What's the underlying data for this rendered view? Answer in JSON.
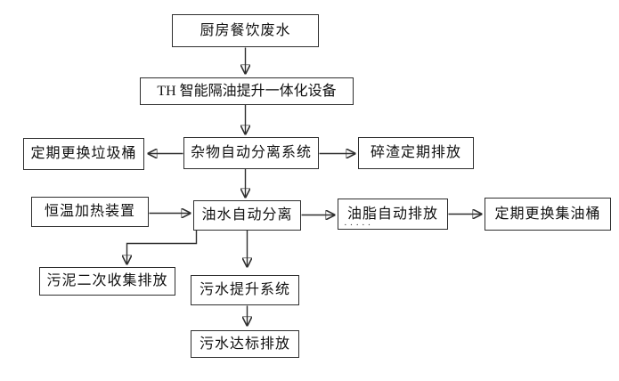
{
  "diagram": {
    "type": "flowchart",
    "colors": {
      "line": "#2e2e2e",
      "text": "#111111",
      "background": "#ffffff"
    },
    "nodes": {
      "kitchen": {
        "label": "厨房餐饮废水"
      },
      "device": {
        "label": "TH 智能隔油提升一体化设备"
      },
      "debris": {
        "label": "杂物自动分离系统"
      },
      "trash": {
        "label": "定期更换垃圾桶"
      },
      "slag": {
        "label": "碎渣定期排放"
      },
      "heater": {
        "label": "恒温加热装置"
      },
      "oilwater": {
        "label": "油水自动分离"
      },
      "grease": {
        "label": "油脂自动排放",
        "proof_dots": "·····"
      },
      "barrel": {
        "label": "定期更换集油桶"
      },
      "sludge": {
        "label": "污泥二次收集排放"
      },
      "lift": {
        "label": "污水提升系统"
      },
      "discharge": {
        "label": "污水达标排放"
      }
    },
    "edges": [
      {
        "from": "kitchen",
        "to": "device"
      },
      {
        "from": "device",
        "to": "debris"
      },
      {
        "from": "debris",
        "to": "trash"
      },
      {
        "from": "debris",
        "to": "slag"
      },
      {
        "from": "debris",
        "to": "oilwater"
      },
      {
        "from": "heater",
        "to": "oilwater"
      },
      {
        "from": "oilwater",
        "to": "grease"
      },
      {
        "from": "grease",
        "to": "barrel"
      },
      {
        "from": "oilwater",
        "to": "sludge"
      },
      {
        "from": "oilwater",
        "to": "lift"
      },
      {
        "from": "lift",
        "to": "discharge"
      }
    ]
  }
}
